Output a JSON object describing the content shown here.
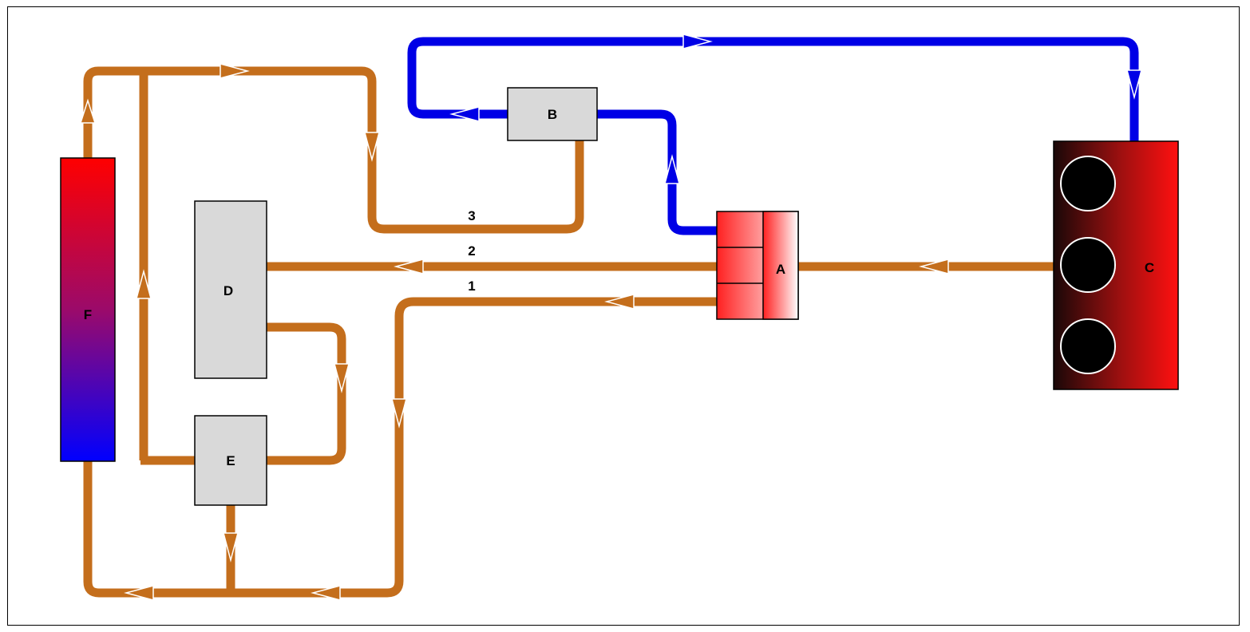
{
  "colors": {
    "coolant_pipe": "#c46e1c",
    "oil_pipe": "#0000e6",
    "component_fill": "#d9d9d9",
    "heater_red": "#ff0000",
    "heater_blue": "#0000ff",
    "engine_black": "#000000"
  },
  "components": {
    "a": {
      "label": "A"
    },
    "b": {
      "label": "B"
    },
    "c": {
      "label": "C"
    },
    "d": {
      "label": "D"
    },
    "e": {
      "label": "E"
    },
    "f": {
      "label": "F"
    }
  },
  "line_labels": {
    "one": "1",
    "two": "2",
    "three": "3"
  }
}
